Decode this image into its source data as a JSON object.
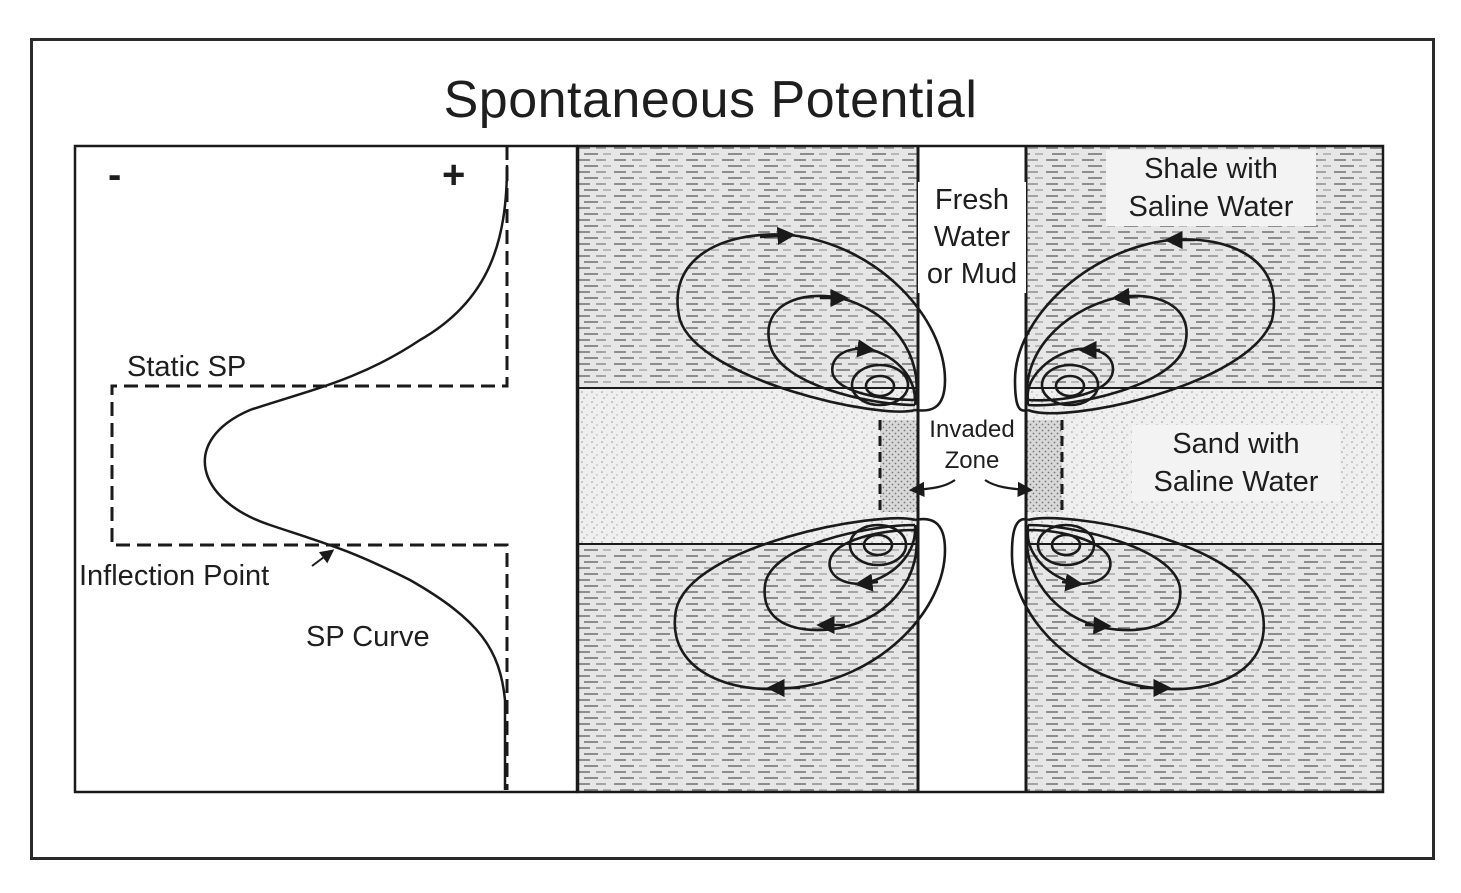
{
  "title": "Spontaneous Potential",
  "sp_log": {
    "negative_sign": "-",
    "positive_sign": "+",
    "static_sp_label": "Static SP",
    "inflection_point_label": "Inflection Point",
    "sp_curve_label": "SP Curve"
  },
  "cross_section": {
    "borehole_label": [
      "Fresh",
      "Water",
      "or Mud"
    ],
    "shale_label": [
      "Shale with",
      "Saline Water"
    ],
    "sand_label": [
      "Sand with",
      "Saline Water"
    ],
    "invaded_zone_label": [
      "Invaded",
      "Zone"
    ]
  },
  "colors": {
    "line": "#1a1a1a",
    "shale_background": "#e4e4e4",
    "sand_background": "#ededed",
    "borehole": "#ffffff"
  }
}
